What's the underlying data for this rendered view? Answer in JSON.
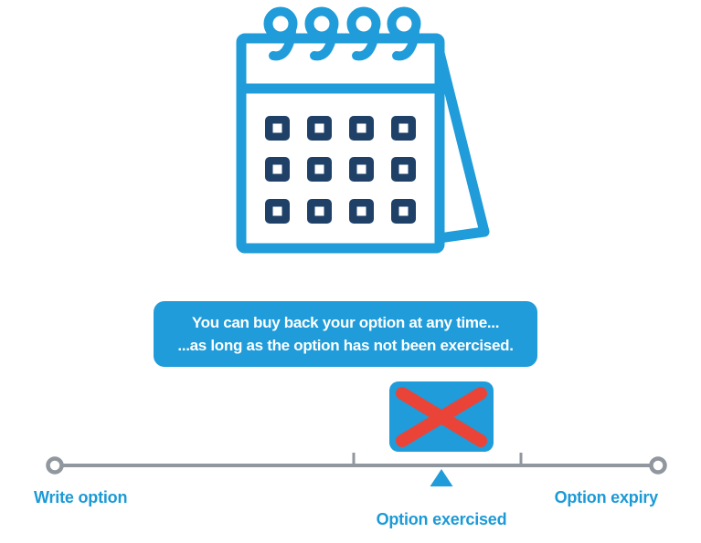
{
  "colors": {
    "blue": "#1F9CD9",
    "navy": "#1F4168",
    "red": "#EA4438",
    "gray": "#90979E",
    "text_blue": "#1B9AD6",
    "background": "#FFFFFF"
  },
  "callout": {
    "line1": "You can buy back your option at any time...",
    "line2": "...as long as the option has not been exercised."
  },
  "timeline": {
    "start_label": "Write option",
    "event_label": "Option exercised",
    "end_label": "Option expiry"
  },
  "icons": {
    "calendar": "calendar-icon",
    "cancel_cross": "x-cross-icon",
    "event_marker": "triangle-up-icon"
  }
}
